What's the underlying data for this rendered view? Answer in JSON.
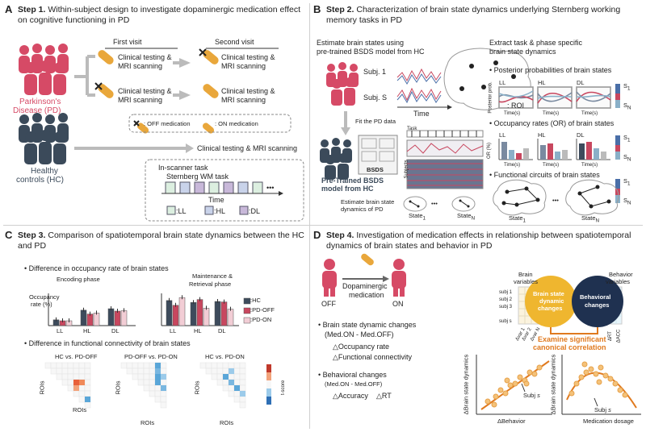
{
  "panel_a": {
    "letter": "A",
    "step_bold": "Step 1.",
    "step_rest": " Within-subject design to investigate dopaminergic medication effect on cognitive functioning in PD",
    "first_visit": "First visit",
    "second_visit": "Second visit",
    "clinical_line1": "Clinical testing &",
    "clinical_line2": "MRI scanning",
    "pd_line1": "Parkinson's",
    "pd_line2": "Disease (PD)",
    "off_med": ": OFF medication",
    "on_med": ": ON medication",
    "hc_testing": "Clinical testing & MRI scanning",
    "hc_line1": "Healthy",
    "hc_line2": "controls (HC)",
    "task_title": "In-scanner task",
    "task_name": "Sternberg WM task",
    "time": "Time",
    "ellipsis": "•••",
    "legend": [
      ":LL",
      ":HL",
      ":DL"
    ]
  },
  "panel_b": {
    "letter": "B",
    "step_bold": "Step 2.",
    "step_rest": " Characterization of brain state dynamics underlying Sternberg working memory tasks in PD",
    "est_line1": "Estimate brain states using",
    "est_line2": "pre-trained BSDS model from HC",
    "subj1": "Subj. 1",
    "subjS": "Subj. S",
    "time": "Time",
    "roi": ": ROI",
    "fit": "Fit the PD data",
    "bsds": "BSDS",
    "pretrained_line1": "Pre-Trained BSDS",
    "pretrained_line2": "model from HC",
    "estimate_line1": "Estimate brain state",
    "estimate_line2": "dynamics of PD",
    "state1": "State",
    "stateN": "State",
    "extract_line1": "Extract task & phase specific",
    "extract_line2": "brain state dynamics",
    "bullet1": "Posterior probabilities of brain states",
    "posterior_axis": "Posterior prob.",
    "bullet2": "Occupancy rates (OR) of brain states",
    "or_axis": "OR (%)",
    "bullet3": "Functional circuits of brain states",
    "conditions": [
      "LL",
      "HL",
      "DL"
    ],
    "time_s": "Time(s)",
    "s1": "S",
    "sN": "S",
    "task_lbl": "Task",
    "subjects_lbl": "Subjects",
    "ellipsis": "•••"
  },
  "panel_c": {
    "letter": "C",
    "step_bold": "Step 3.",
    "step_rest": " Comparison of spatiotemporal brain state dynamics between the HC and PD",
    "bullet1": "Difference in occupancy rate of brain states",
    "encoding": "Encoding phase",
    "maintenance_line1": "Maintenance &",
    "maintenance_line2": "Retrieval phase",
    "occ_axis_line1": "Occupancy",
    "occ_axis_line2": "rate (%)",
    "conditions": [
      "LL",
      "HL",
      "DL"
    ],
    "legend": [
      ":HC",
      ":PD-OFF",
      ":PD-ON"
    ],
    "bullet2": "Difference in functional connectivity of brain states",
    "comparisons": [
      "HC vs. PD-OFF",
      "PD-OFF vs. PD-ON",
      "HC vs. PD-ON"
    ],
    "rois": "ROIs",
    "tscore": "t-score",
    "colors": {
      "hc": "#3d4b5c",
      "pd_off": "#c8475f",
      "pd_on": "#f2cdd5"
    },
    "chart_data": {
      "type": "bar",
      "categories": [
        "LL",
        "HL",
        "DL"
      ],
      "series": [
        {
          "name": "HC",
          "encoding": [
            1.2,
            3.2,
            3.5
          ],
          "maintenance": [
            5.2,
            4.8,
            5.0
          ]
        },
        {
          "name": "PD-OFF",
          "encoding": [
            1.0,
            2.4,
            3.0
          ],
          "maintenance": [
            4.2,
            5.4,
            4.9
          ]
        },
        {
          "name": "PD-ON",
          "encoding": [
            1.0,
            2.6,
            3.1
          ],
          "maintenance": [
            5.8,
            3.6,
            3.4
          ]
        }
      ]
    }
  },
  "panel_d": {
    "letter": "D",
    "step_bold": "Step 4.",
    "step_rest": " Investigation of medication effects in relationship between spatiotemporal dynamics of brain states and behavior in PD",
    "off": "OFF",
    "on": "ON",
    "med_line1": "Dopaminergic",
    "med_line2": "medication",
    "bullet1": "Brain state dynamic changes",
    "bullet1_sub": "(Med.ON - Med.OFF)",
    "delta_occ": "△Occupancy rate",
    "delta_fc": "△Functional connectivity",
    "bullet2": "Behavioral changes",
    "bullet2_sub": "(Med.ON - Med.OFF)",
    "delta_acc": "△Accuracy",
    "delta_rt": "△RT",
    "brain_vars_line1": "Brain",
    "brain_vars_line2": "variables",
    "behavior_vars_line1": "Behavior",
    "behavior_vars_line2": "variables",
    "subj_rows": [
      "subj 1",
      "subj 2",
      "subj 3",
      "subj s"
    ],
    "var_cols": [
      "Δvar 1",
      "Δvar 2",
      "Δvar N"
    ],
    "beh_cols": [
      "ΔRT",
      "ΔACC"
    ],
    "circle_bs_line1": "Brain state",
    "circle_bs_line2": "dynamic",
    "circle_bs_line3": "changes",
    "circle_beh_line1": "Behavioral",
    "circle_beh_line2": "changes",
    "examine_line1": "Examine significant",
    "examine_line2": "canonical correlation",
    "scatter1_y": "ΔBrain state dynamics",
    "scatter1_x": "ΔBehavior",
    "scatter2_y": "ΔBrain state dynamics",
    "scatter2_x": "Medication dosage",
    "subj_s": "Subj",
    "s": "s"
  }
}
